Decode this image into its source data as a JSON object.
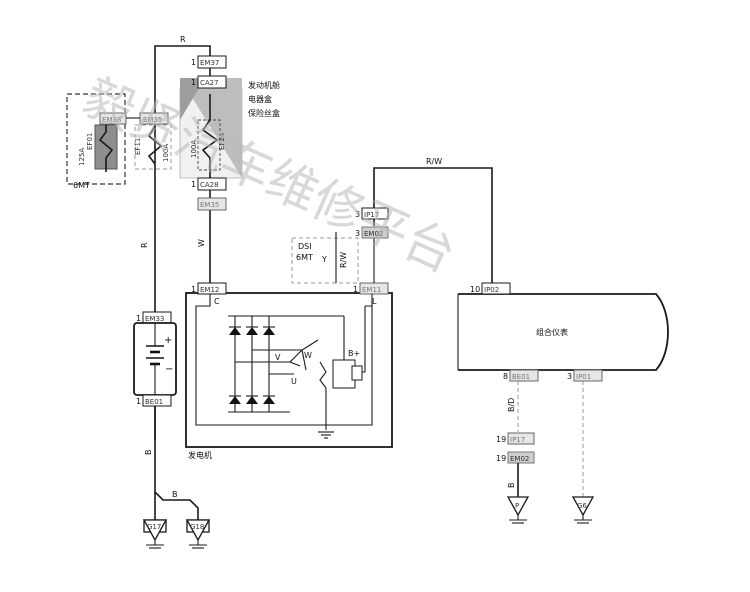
{
  "wires": {
    "r_top": "R",
    "r_left": "R",
    "w": "W",
    "rw": "R/W",
    "y": "Y",
    "rw_vert": "R/W",
    "b_left": "B",
    "b_mid": "B",
    "b_ip17": "B",
    "bd": "B/D",
    "c": "C",
    "l": "L",
    "v": "V",
    "w_phase": "W",
    "u": "U",
    "bplus": "B+"
  },
  "connectors": {
    "em37": {
      "pin": "1",
      "label": "EM37"
    },
    "ca27": {
      "pin": "1",
      "label": "CA27"
    },
    "ca28": {
      "pin": "1",
      "label": "CA28"
    },
    "em35_bottom": {
      "label": "EM35"
    },
    "em38": {
      "label": "EM38"
    },
    "em35_top": {
      "label": "EM35"
    },
    "em12": {
      "pin": "1",
      "label": "EM12"
    },
    "em33": {
      "pin": "1",
      "label": "EM33"
    },
    "be01": {
      "pin": "1",
      "label": "BE01"
    },
    "ip17_top": {
      "pin": "3",
      "label": "IP17"
    },
    "em02_top": {
      "pin": "3",
      "label": "EM02"
    },
    "em11": {
      "pin": "1",
      "label": "EM11"
    },
    "ip02": {
      "pin": "10",
      "label": "IP02"
    },
    "be01_right": {
      "pin": "8",
      "label": "BE01"
    },
    "ip01": {
      "pin": "3",
      "label": "IP01"
    },
    "ip17_bottom": {
      "pin": "19",
      "label": "IP17"
    },
    "em02_bottom": {
      "pin": "19",
      "label": "EM02"
    }
  },
  "labels": {
    "engine_box_1": "发动机舱",
    "engine_box_2": "电器盒",
    "engine_box_3": "保险丝盒",
    "fuse_125a": "125A",
    "fuse_100a_1": "100A",
    "fuse_100a_2": "100A",
    "ef01": "EF01",
    "ef11": "EF11",
    "ef24": "EF24",
    "mt_6": "6MT",
    "dsi": "DSI",
    "dsi_6mt": "6MT",
    "cluster": "组合仪表",
    "generator": "发电机"
  },
  "grounds": {
    "g17": "G17",
    "g18": "G18",
    "p": "P",
    "g6": "G6"
  },
  "watermark": "毅贤汽车维修平台"
}
